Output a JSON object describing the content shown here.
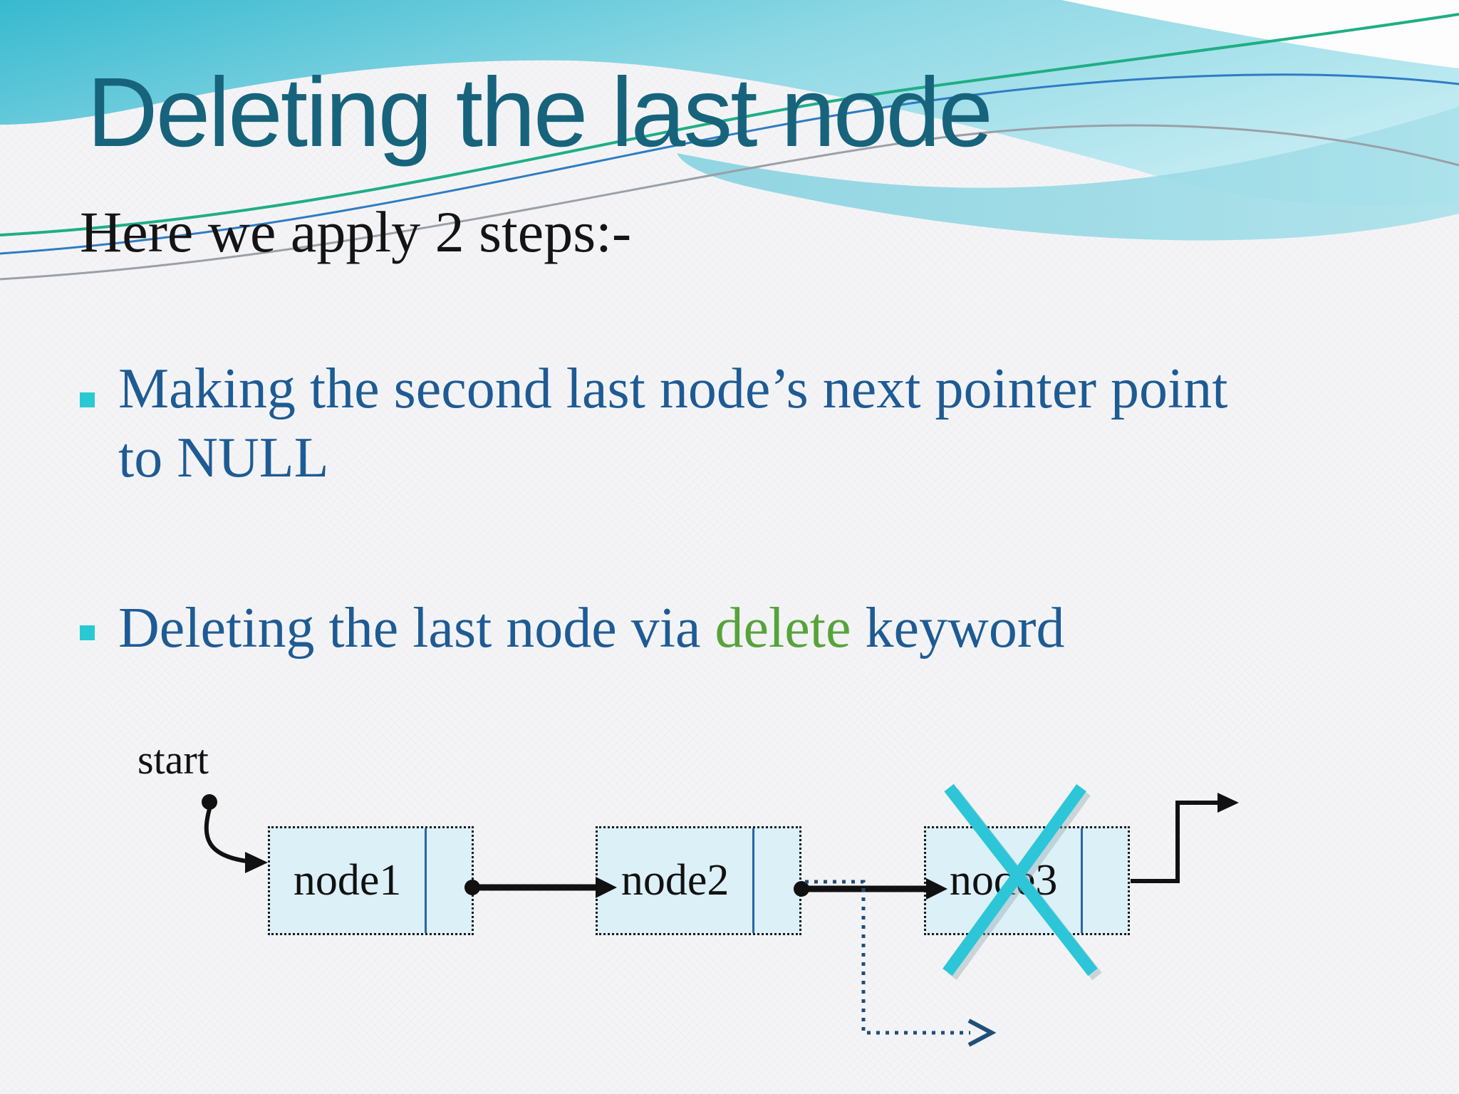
{
  "slide": {
    "title": "Deleting the last node",
    "intro": "Here we apply 2 steps:-",
    "bullets": [
      {
        "line1": "Making the second last node’s next pointer point",
        "line2": "to NULL"
      },
      {
        "before": "Deleting the last node via ",
        "highlight": "delete",
        "after": " keyword"
      }
    ]
  },
  "diagram": {
    "start_label": "start",
    "nodes": [
      {
        "label": "node1"
      },
      {
        "label": "node2"
      },
      {
        "label": "node3"
      }
    ]
  },
  "colors": {
    "title_teal": "#17637c",
    "intro_text": "#141414",
    "bullet_text_blue": "#1e5b94",
    "bullet_marker_cyan": "#29c9d4",
    "delete_keyword_green": "#57a33a",
    "node_fill": "#dcf0f8",
    "node_divider_blue": "#2a63a5",
    "pointer_black": "#111111",
    "dotted_pointer_navy": "#1f4e79",
    "delete_cross_teal": "#2cc6d8",
    "header_teal_dark": "#38b9cf",
    "header_teal_light": "#c2ebf2"
  }
}
